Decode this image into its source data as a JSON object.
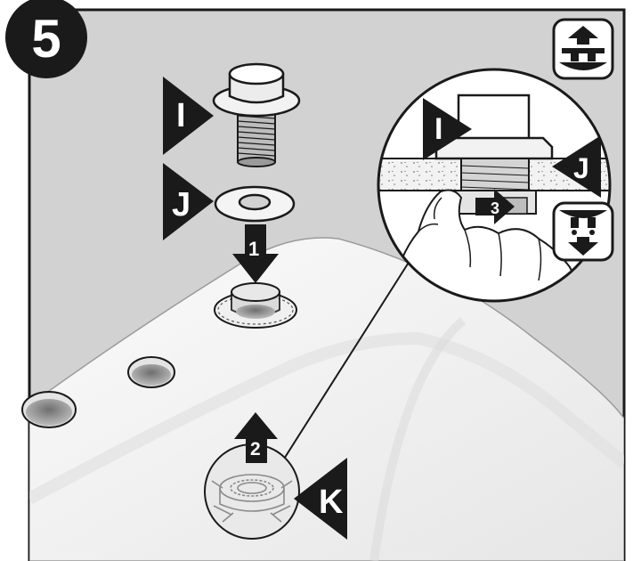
{
  "step": {
    "number": "5"
  },
  "labels": {
    "part_i": "I",
    "part_j": "J",
    "part_k": "K",
    "detail_i": "I",
    "detail_j": "J"
  },
  "arrows": {
    "step1": "1",
    "step2": "2",
    "step3": "3"
  },
  "icons": {
    "top": "above-counter-icon",
    "bottom": "below-counter-icon"
  },
  "colors": {
    "frame_bg": "#d2d2d2",
    "sink": "#f4f4f4",
    "outline": "#1a1a1a",
    "label_bg": "#1a1a1a"
  }
}
